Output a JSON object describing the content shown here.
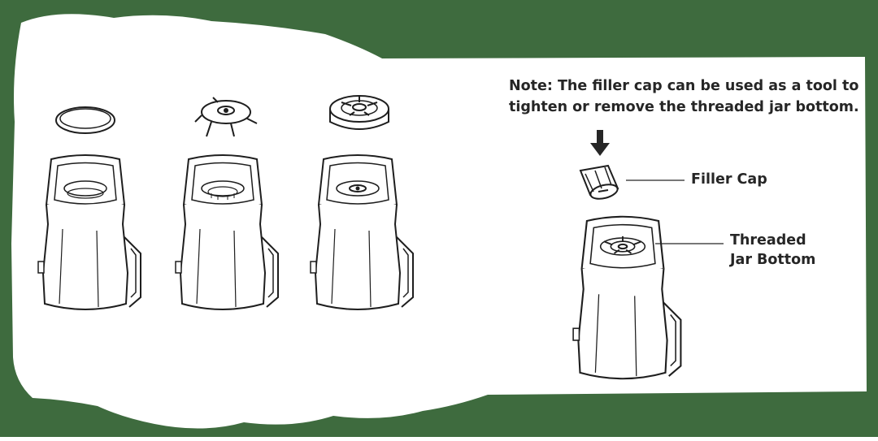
{
  "note": {
    "line1": "Note:  The filler cap can be used as a tool to",
    "line2": "tighten or remove the threaded jar bottom."
  },
  "labels": {
    "filler_cap": "Filler Cap",
    "threaded_line1": "Threaded",
    "threaded_line2": "Jar Bottom"
  },
  "colors": {
    "background_green": "#3e6b3e",
    "paper": "#ffffff",
    "line_art": "#1e1e1e",
    "text": "#262626"
  },
  "steps": [
    {
      "part": "sealing-ring"
    },
    {
      "part": "blade-assembly"
    },
    {
      "part": "threaded-jar-bottom"
    }
  ]
}
